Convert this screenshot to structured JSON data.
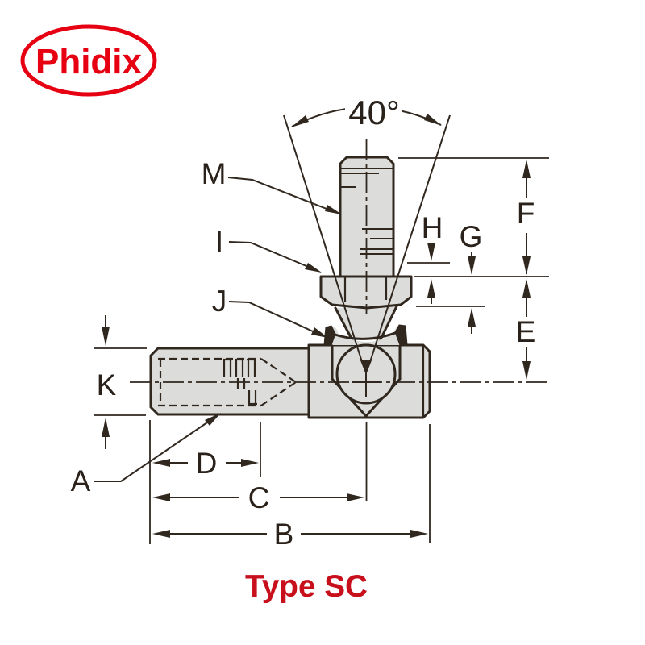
{
  "logo": {
    "text": "Phidix",
    "color": "#e60012"
  },
  "caption": {
    "text": "Type SC",
    "color": "#c8101d"
  },
  "angle": {
    "label": "40°"
  },
  "dimension_labels": {
    "a": "A",
    "b": "B",
    "c": "C",
    "d": "D",
    "e": "E",
    "f": "F",
    "g": "G",
    "h": "H",
    "i": "I",
    "j": "J",
    "k": "K",
    "m": "M"
  },
  "colors": {
    "line": "#30271e",
    "part_fill": "#dcdcda",
    "label": "#29211a"
  }
}
